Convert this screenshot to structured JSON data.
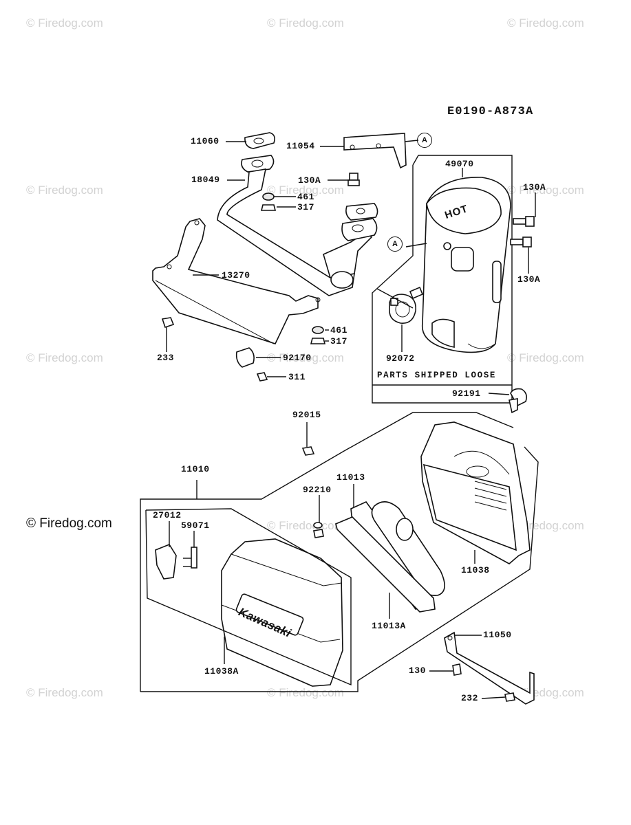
{
  "diagram_code": "E0190-A873A",
  "parts_shipped_loose": "PARTS SHIPPED LOOSE",
  "watermark": "© Firedog.com",
  "part_labels": {
    "p11060": "11060",
    "p11054": "11054",
    "p18049": "18049",
    "p130A_top": "130A",
    "p461_top": "461",
    "p317_top": "317",
    "p49070": "49070",
    "p130A_r1": "130A",
    "p130A_r2": "130A",
    "p13270": "13270",
    "p233": "233",
    "p461_bot": "461",
    "p317_bot": "317",
    "p92170": "92170",
    "p311": "311",
    "p92072": "92072",
    "p92191": "92191",
    "p92015": "92015",
    "p11010": "11010",
    "p11013": "11013",
    "p92210": "92210",
    "p27012": "27012",
    "p59071": "59071",
    "p11038": "11038",
    "p11013A": "11013A",
    "p11050": "11050",
    "p11038A": "11038A",
    "p130": "130",
    "p232": "232"
  },
  "ref_markers": {
    "a1": "A",
    "a2": "A"
  },
  "part_text": {
    "hot": "HOT",
    "kawasaki": "Kawasaki"
  }
}
